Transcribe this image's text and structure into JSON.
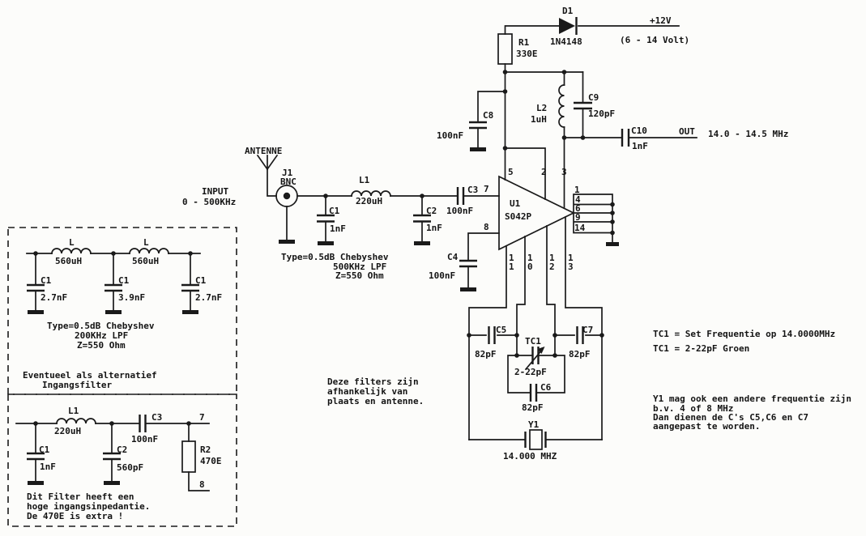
{
  "colors": {
    "ink": "#1a1a1a",
    "paper": "#fcfcfa"
  },
  "power": {
    "d1_ref": "D1",
    "d1_part": "1N4148",
    "rail_label": "+12V",
    "rail_range": "(6 - 14 Volt)",
    "r1_ref": "R1",
    "r1_value": "330E",
    "c8_ref": "C8",
    "c8_value": "100nF"
  },
  "tank": {
    "l2_ref": "L2",
    "l2_value": "1uH",
    "c9_ref": "C9",
    "c9_value": "120pF",
    "c10_ref": "C10",
    "c10_value": "1nF",
    "out_label": "OUT",
    "out_range": "14.0 - 14.5 MHz"
  },
  "input": {
    "antenna": "ANTENNE",
    "j1_ref": "J1",
    "j1_type": "BNC",
    "input_label": "INPUT",
    "input_range": "0 - 500KHz",
    "c1_ref": "C1",
    "c1_value": "1nF",
    "l1_ref": "L1",
    "l1_value": "220uH",
    "c2_ref": "C2",
    "c2_value": "1nF",
    "c3_ref": "C3",
    "c3_value": "100nF",
    "c4_ref": "C4",
    "c4_value": "100nF",
    "filter_type": [
      "Type=0.5dB Chebyshev",
      "500KHz LPF",
      "Z=550 Ohm"
    ]
  },
  "ic": {
    "ref": "U1",
    "part": "S042P",
    "pin5": "5",
    "pin2": "2",
    "pin3": "3",
    "pin7": "7",
    "pin8": "8",
    "pin1": "1",
    "pin4": "4",
    "pin6": "6",
    "pin9": "9",
    "pin14": "14",
    "pin11": "11",
    "pin10": "10",
    "pin12": "12",
    "pin13": "13"
  },
  "oscillator": {
    "c5_ref": "C5",
    "c5_value": "82pF",
    "c6_ref": "C6",
    "c6_value": "82pF",
    "c7_ref": "C7",
    "c7_value": "82pF",
    "tc1_ref": "TC1",
    "tc1_value": "2-22pF",
    "y1_ref": "Y1",
    "y1_value": "14.000 MHZ"
  },
  "notes": {
    "filters": [
      "Deze filters zijn",
      "afhankelijk van",
      "plaats en antenne."
    ],
    "tc1": [
      "TC1 = Set Frequentie op 14.0000MHz",
      "TC1 = 2-22pF Groen"
    ],
    "y1": [
      "Y1 mag ook een andere frequentie zijn",
      "b.v. 4 of 8 MHz",
      "Dan dienen de C's C5,C6 en C7",
      "aangepast te worden."
    ]
  },
  "alt_filter_200k": {
    "l1_ref": "L",
    "l1_value": "560uH",
    "l2_ref": "L",
    "l2_value": "560uH",
    "c1_ref": "C1",
    "c1_value": "2.7nF",
    "c2_ref": "C1",
    "c2_value": "3.9nF",
    "c3_ref": "C1",
    "c3_value": "2.7nF",
    "type": [
      "Type=0.5dB Chebyshev",
      "200KHz LPF",
      "Z=550 Ohm"
    ],
    "caption": [
      "Eventueel als alternatief",
      "Ingangsfilter"
    ]
  },
  "alt_filter_hi_z": {
    "l1_ref": "L1",
    "l1_value": "220uH",
    "c1_ref": "C1",
    "c1_value": "1nF",
    "c2_ref": "C2",
    "c2_value": "560pF",
    "c3_ref": "C3",
    "c3_value": "100nF",
    "r2_ref": "R2",
    "r2_value": "470E",
    "pin7": "7",
    "pin8": "8",
    "caption": [
      "Dit Filter heeft een",
      "hoge ingangsinpedantie.",
      "De 470E is extra !"
    ]
  }
}
